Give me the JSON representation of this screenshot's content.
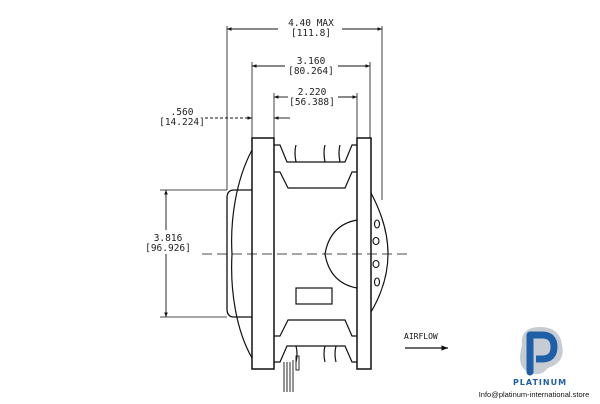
{
  "dimensions": {
    "overall_length": {
      "imperial": "4.40 MAX",
      "metric": "[111.8]"
    },
    "outer_flange_span": {
      "imperial": "3.160",
      "metric": "[80.264]"
    },
    "inner_flange_span": {
      "imperial": "2.220",
      "metric": "[56.388]"
    },
    "flange_thickness": {
      "imperial": ".560",
      "metric": "[14.224]"
    },
    "hub_diameter": {
      "imperial": "3.816",
      "metric": "[96.926]"
    }
  },
  "airflow_label": "AIRFLOW",
  "watermark": {
    "brand": "PLATINUM",
    "email": "Info@platinum-international.store",
    "colors": {
      "primary": "#1f5fa8",
      "secondary": "#9aa3ad"
    }
  }
}
